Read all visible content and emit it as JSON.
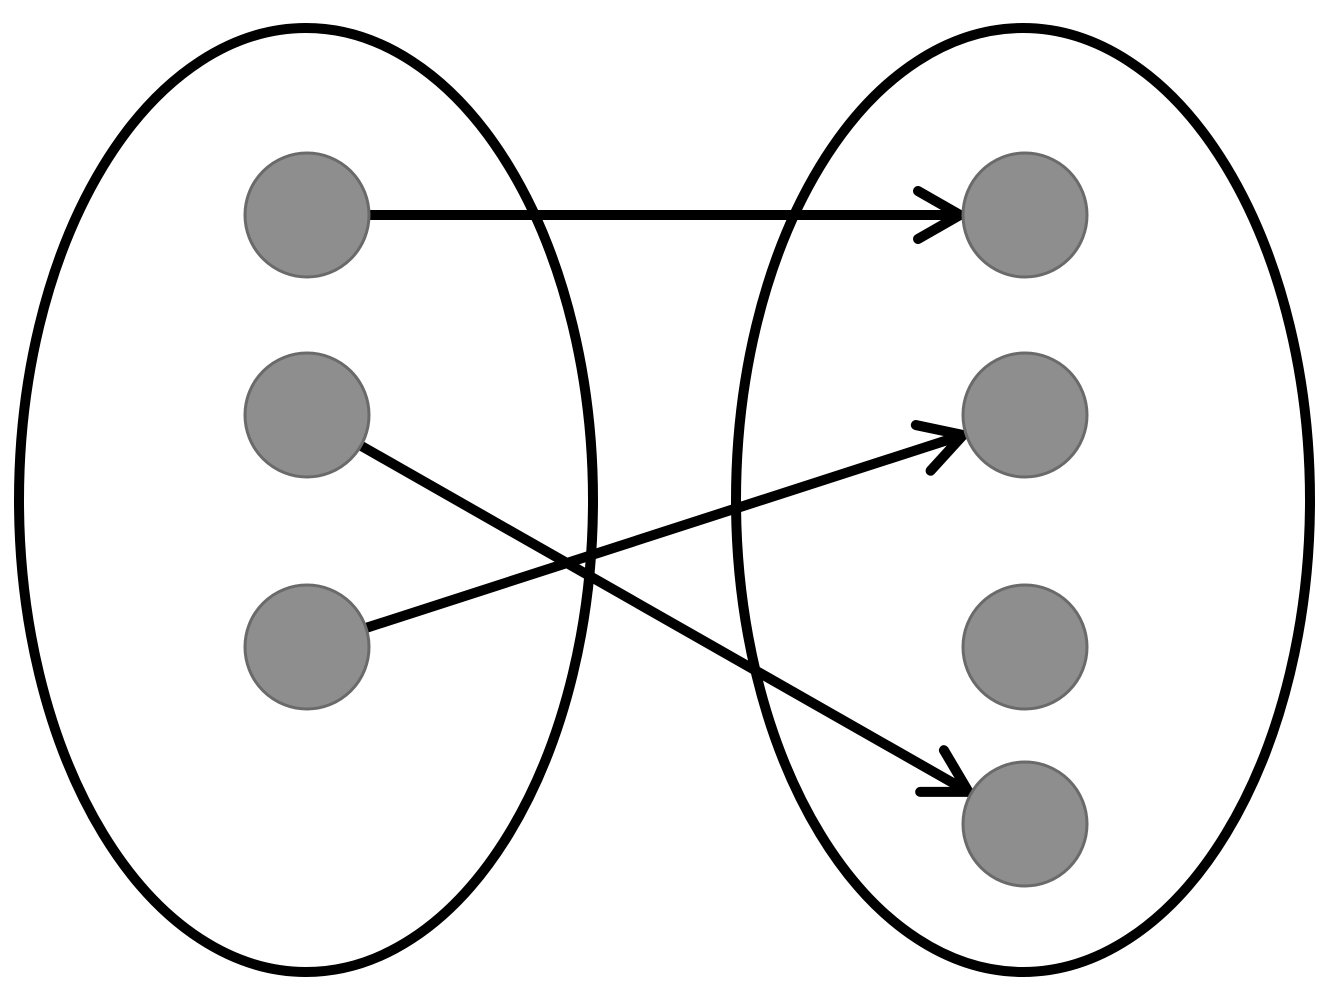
{
  "colors": {
    "background": "#ffffff",
    "outline": "#000000",
    "node_fill": "#8e8e8e",
    "node_stroke": "#6a6a6a",
    "arrow": "#000000"
  },
  "sets": [
    {
      "id": "domain",
      "nodes": [
        "d1",
        "d2",
        "d3"
      ]
    },
    {
      "id": "codomain",
      "nodes": [
        "c1",
        "c2",
        "c3",
        "c4"
      ]
    }
  ],
  "mapping": [
    {
      "from": "d1",
      "to": "c1"
    },
    {
      "from": "d2",
      "to": "c4"
    },
    {
      "from": "d3",
      "to": "c2"
    }
  ]
}
